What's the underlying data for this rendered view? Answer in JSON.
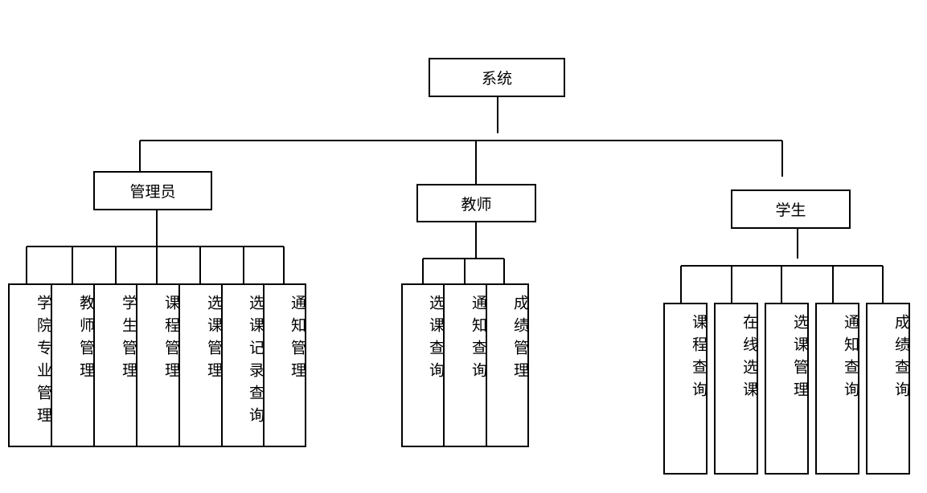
{
  "diagram": {
    "root": "系统",
    "roles": [
      {
        "label": "管理员",
        "children": [
          "学院专业管理",
          "教师管理",
          "学生管理",
          "课程管理",
          "选课管理",
          "选课记录查询",
          "通知管理"
        ]
      },
      {
        "label": "教师",
        "children": [
          "选课查询",
          "通知查询",
          "成绩管理"
        ]
      },
      {
        "label": "学生",
        "children": [
          "课程查询",
          "在线选课",
          "选课管理",
          "通知查询",
          "成绩查询"
        ]
      }
    ]
  }
}
